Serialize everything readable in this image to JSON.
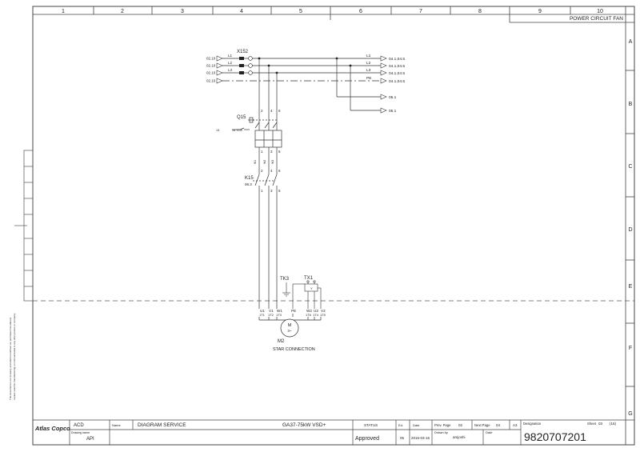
{
  "frame": {
    "columns": [
      "1",
      "2",
      "3",
      "4",
      "5",
      "6",
      "7",
      "8",
      "9",
      "10"
    ],
    "rows": [
      "A",
      "B",
      "C",
      "D",
      "E",
      "F",
      "G"
    ],
    "sheet_title": "POWER CIRCUIT FAN",
    "side_notice_1": "This document is our property and shall not without our permission be altered,",
    "side_notice_2": "copied, used for manufacturing or communicated to any other person or company."
  },
  "inputs": [
    {
      "ref": "02.10",
      "line": "L1"
    },
    {
      "ref": "02.10",
      "line": "L2"
    },
    {
      "ref": "02.10",
      "line": "L3"
    },
    {
      "ref": "02.10",
      "line": ""
    }
  ],
  "terminal": {
    "label": "X152"
  },
  "outputs": [
    {
      "line": "L1",
      "ref": "04.1,04.5"
    },
    {
      "line": "L2",
      "ref": "04.1,04.5"
    },
    {
      "line": "L3",
      "ref": "04.1,04.5"
    },
    {
      "line": "PE",
      "ref": "04.1,04.5"
    },
    {
      "line": "",
      "ref": "05.1"
    },
    {
      "line": "",
      "ref": "05.1"
    }
  ],
  "breaker": {
    "label": "Q15",
    "top_pins": [
      "2",
      "4",
      "6"
    ],
    "bottom_pins": [
      "1",
      "3",
      "5"
    ],
    "aux_left": "13",
    "aux_right": "14 70.8",
    "out_labels": [
      "W1",
      "W2",
      "W3"
    ]
  },
  "contactor": {
    "label": "K15",
    "ref": "06.3",
    "top_pins": [
      "2",
      "4",
      "6"
    ],
    "bottom_pins": [
      "1",
      "3",
      "5"
    ]
  },
  "motor": {
    "label": "M2",
    "symbol": "M",
    "phase": "3~",
    "caption": "STAR CONNECTION",
    "left_terms": [
      "U1",
      "V1",
      "W1"
    ],
    "left_sub": [
      "1T1",
      "1T2",
      "1T3"
    ],
    "pe": "PE",
    "right_terms": [
      "W2",
      "U2",
      "V2"
    ],
    "right_sub": [
      "1T6",
      "1T4",
      "1T5"
    ]
  },
  "thermal": {
    "tk_label": "TK3",
    "tx_label": "TX1"
  },
  "title_block": {
    "company": "Atlas Copco",
    "acd": "ACD",
    "drawing_owner_label": "Drawing owner",
    "drawing_owner": "API",
    "name_label": "Name",
    "name": "DIAGRAM SERVICE",
    "product": "GA37-75kW VSD+",
    "status_label": "STATUS",
    "status": "Approved",
    "ed_label": "Ed.",
    "ed": "05",
    "date_label": "Date",
    "date": "2016-03-16",
    "prev_label": "Prev. Page",
    "prev": "02",
    "next_label": "Next Page",
    "next": "04",
    "format": "A3",
    "drawn_label": "Drawn by",
    "drawn": "amjoshi",
    "date2_label": "Date",
    "designation_label": "Designation",
    "sheet_label": "Sheet",
    "sheet": "03",
    "sheets_total": "(16)",
    "number": "9820707201"
  }
}
